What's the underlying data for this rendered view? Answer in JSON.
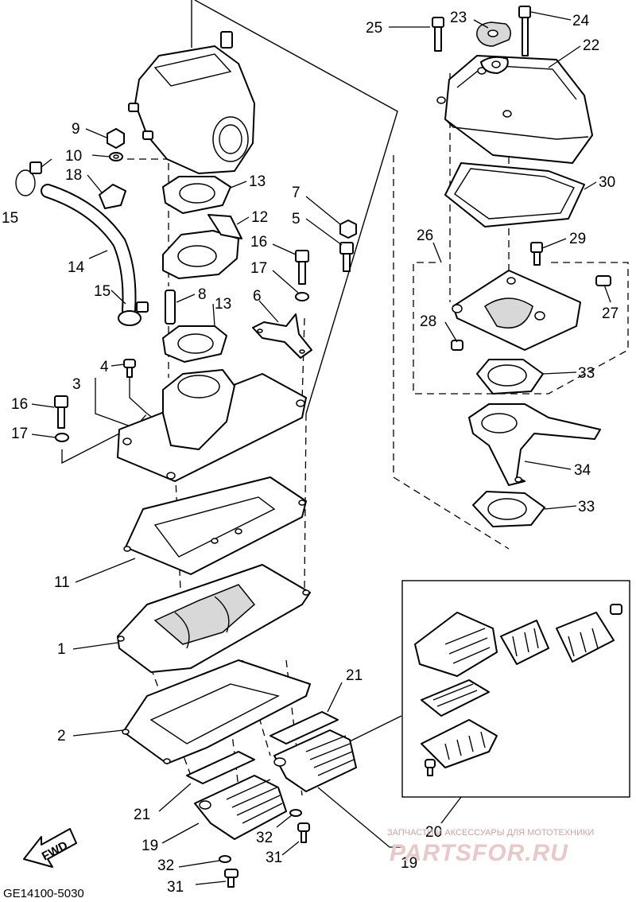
{
  "diagram": {
    "labels": [
      {
        "text": "25"
      },
      {
        "text": "23"
      },
      {
        "text": "24"
      },
      {
        "text": "22"
      },
      {
        "text": "30"
      },
      {
        "text": "26"
      },
      {
        "text": "29"
      },
      {
        "text": "27"
      },
      {
        "text": "28"
      },
      {
        "text": "33"
      },
      {
        "text": "34"
      },
      {
        "text": "33"
      },
      {
        "text": "9"
      },
      {
        "text": "10"
      },
      {
        "text": "18"
      },
      {
        "text": "15"
      },
      {
        "text": "13"
      },
      {
        "text": "7"
      },
      {
        "text": "12"
      },
      {
        "text": "5"
      },
      {
        "text": "14"
      },
      {
        "text": "16"
      },
      {
        "text": "17"
      },
      {
        "text": "15"
      },
      {
        "text": "8"
      },
      {
        "text": "13"
      },
      {
        "text": "6"
      },
      {
        "text": "4"
      },
      {
        "text": "3"
      },
      {
        "text": "16"
      },
      {
        "text": "17"
      },
      {
        "text": "11"
      },
      {
        "text": "1"
      },
      {
        "text": "2"
      },
      {
        "text": "21"
      },
      {
        "text": "21"
      },
      {
        "text": "19"
      },
      {
        "text": "32"
      },
      {
        "text": "31"
      },
      {
        "text": "32"
      },
      {
        "text": "31"
      },
      {
        "text": "20"
      },
      {
        "text": "19"
      }
    ],
    "fwd_label": "FWD",
    "catalog_code": "GE14100-5030",
    "watermark_top": "ЗАПЧАСТИ И АКСЕССУАРЫ ДЛЯ МОТОТЕХНИКИ",
    "watermark_brand": "PARTSFOR.RU"
  }
}
